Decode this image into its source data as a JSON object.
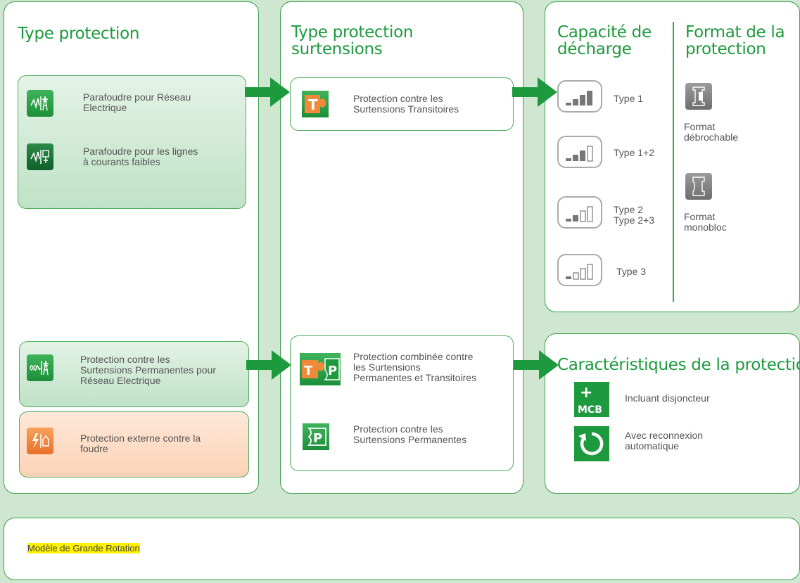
{
  "colors": {
    "accent_green": "#1d9a3e",
    "background": "#cfe6d1",
    "orange": "#f08a3a",
    "highlight": "#fff200"
  },
  "col1": {
    "title": "Type protection",
    "items": [
      {
        "icon": "lightning-grid-icon",
        "label": "Parafoudre pour Réseau\nElectrique"
      },
      {
        "icon": "lightning-data-icon",
        "label": "Parafoudre pour les lignes\nà courants faibles"
      },
      {
        "icon": "permanent-surge-grid-icon",
        "label": "Protection contre les\nSurtensions Permanentes pour\nRéseau Electrique"
      },
      {
        "icon": "external-lightning-icon",
        "label": "Protection externe contre la\nfoudre"
      }
    ]
  },
  "col2": {
    "title": "Type protection\nsurtensions",
    "items": [
      {
        "icon": "transient-t-icon",
        "badge": "T",
        "label": "Protection contre les\nSurtensions Transitoires"
      },
      {
        "icon": "combined-tp-icon",
        "badge": "TP",
        "label": "Protection combinée contre\nles Surtensions\nPermanentes et Transitoires"
      },
      {
        "icon": "permanent-p-icon",
        "badge": "P",
        "label": "Protection contre les\nSurtensions Permanentes"
      }
    ]
  },
  "col3": {
    "title": "Capacité de\ndécharge",
    "types": [
      {
        "label": "Type 1",
        "filled": 4
      },
      {
        "label": "Type 1+2",
        "filled": 3
      },
      {
        "label": "Type 2\nType 2+3",
        "filled": 2
      },
      {
        "label": "Type 3",
        "filled": 1
      }
    ]
  },
  "col4": {
    "title": "Format de la\nprotection",
    "formats": [
      {
        "icon": "plug-in-module-icon",
        "label": "Format\ndébrochable"
      },
      {
        "icon": "monobloc-module-icon",
        "label": "Format\nmonobloc"
      }
    ]
  },
  "features": {
    "title": "Caractéristiques de la protection",
    "items": [
      {
        "icon": "mcb-icon",
        "badge": "+\nMCB",
        "label": "Incluant disjoncteur"
      },
      {
        "icon": "auto-reclose-icon",
        "label": "Avec reconnexion\nautomatique"
      }
    ]
  },
  "footer": {
    "label": "Modèle de Grande Rotation"
  }
}
